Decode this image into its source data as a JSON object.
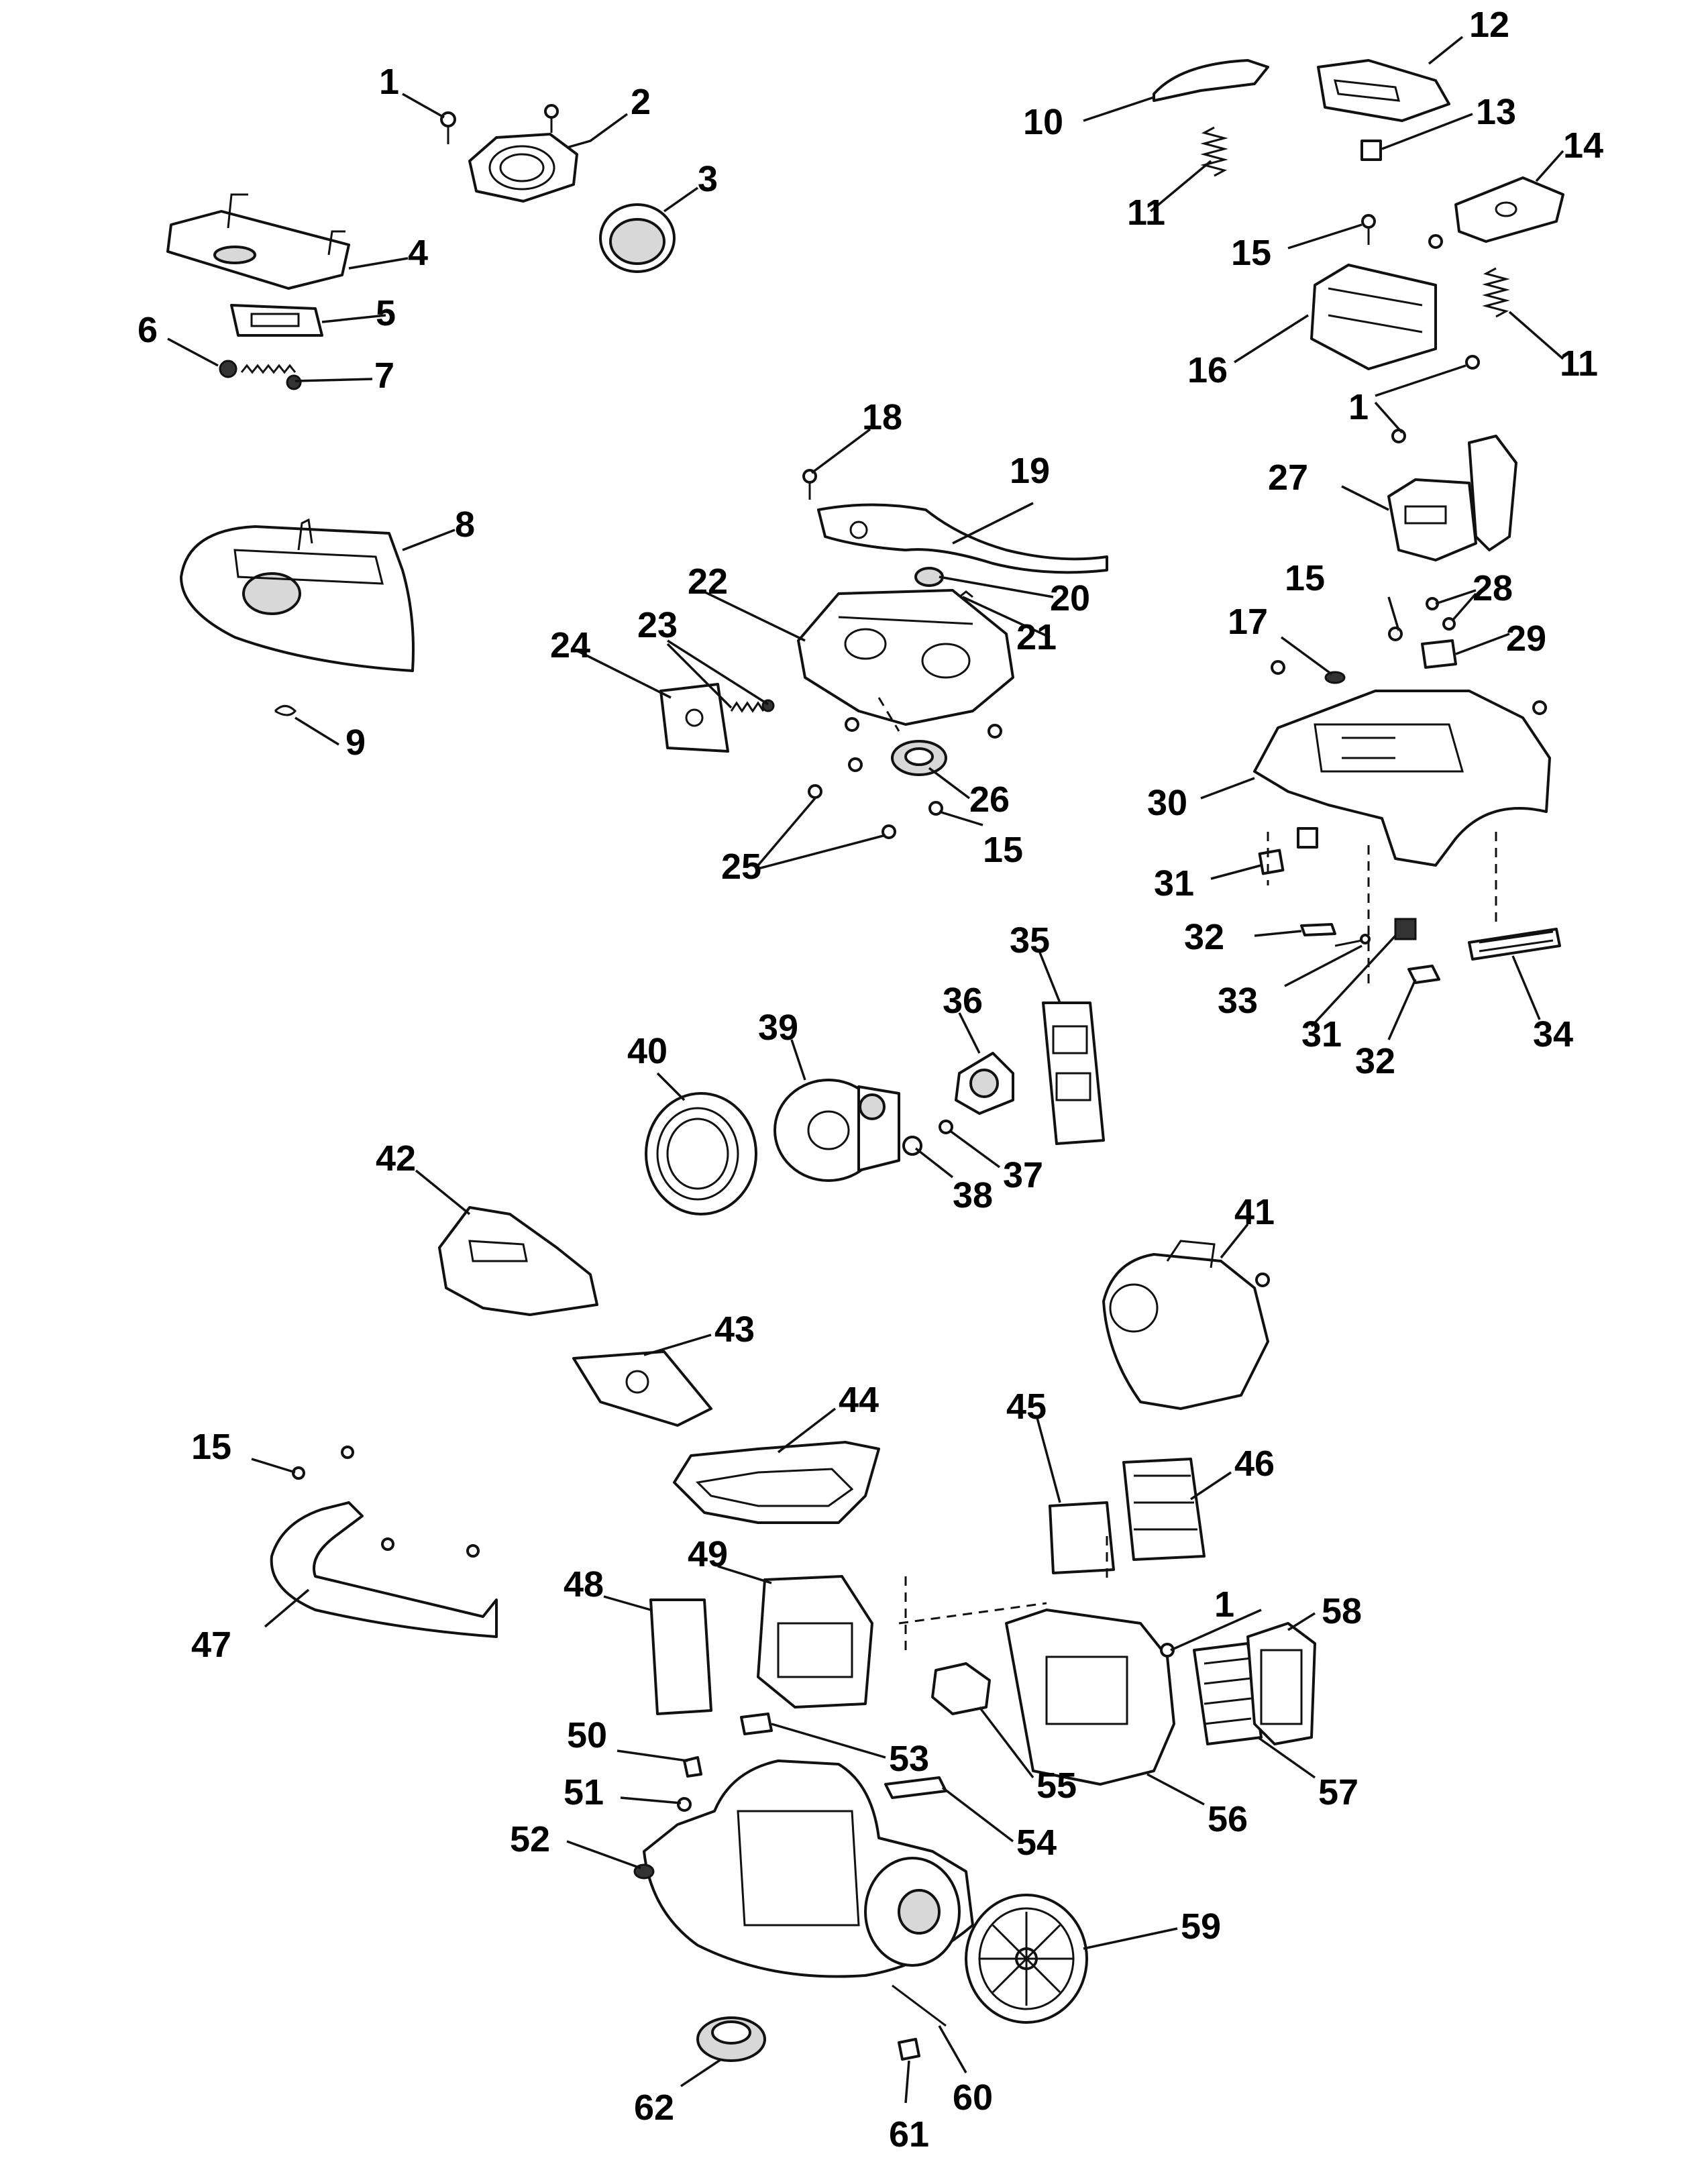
{
  "callouts": [
    "1",
    "2",
    "3",
    "4",
    "5",
    "6",
    "7",
    "8",
    "9",
    "10",
    "11",
    "12",
    "13",
    "14",
    "15",
    "16",
    "17",
    "18",
    "19",
    "20",
    "21",
    "22",
    "23",
    "24",
    "25",
    "26",
    "27",
    "28",
    "29",
    "30",
    "31",
    "32",
    "33",
    "34",
    "35",
    "36",
    "37",
    "38",
    "39",
    "40",
    "41",
    "42",
    "43",
    "44",
    "45",
    "46",
    "47",
    "48",
    "49",
    "50",
    "51",
    "52",
    "53",
    "54",
    "55",
    "56",
    "57",
    "58",
    "59",
    "60",
    "61",
    "62"
  ]
}
